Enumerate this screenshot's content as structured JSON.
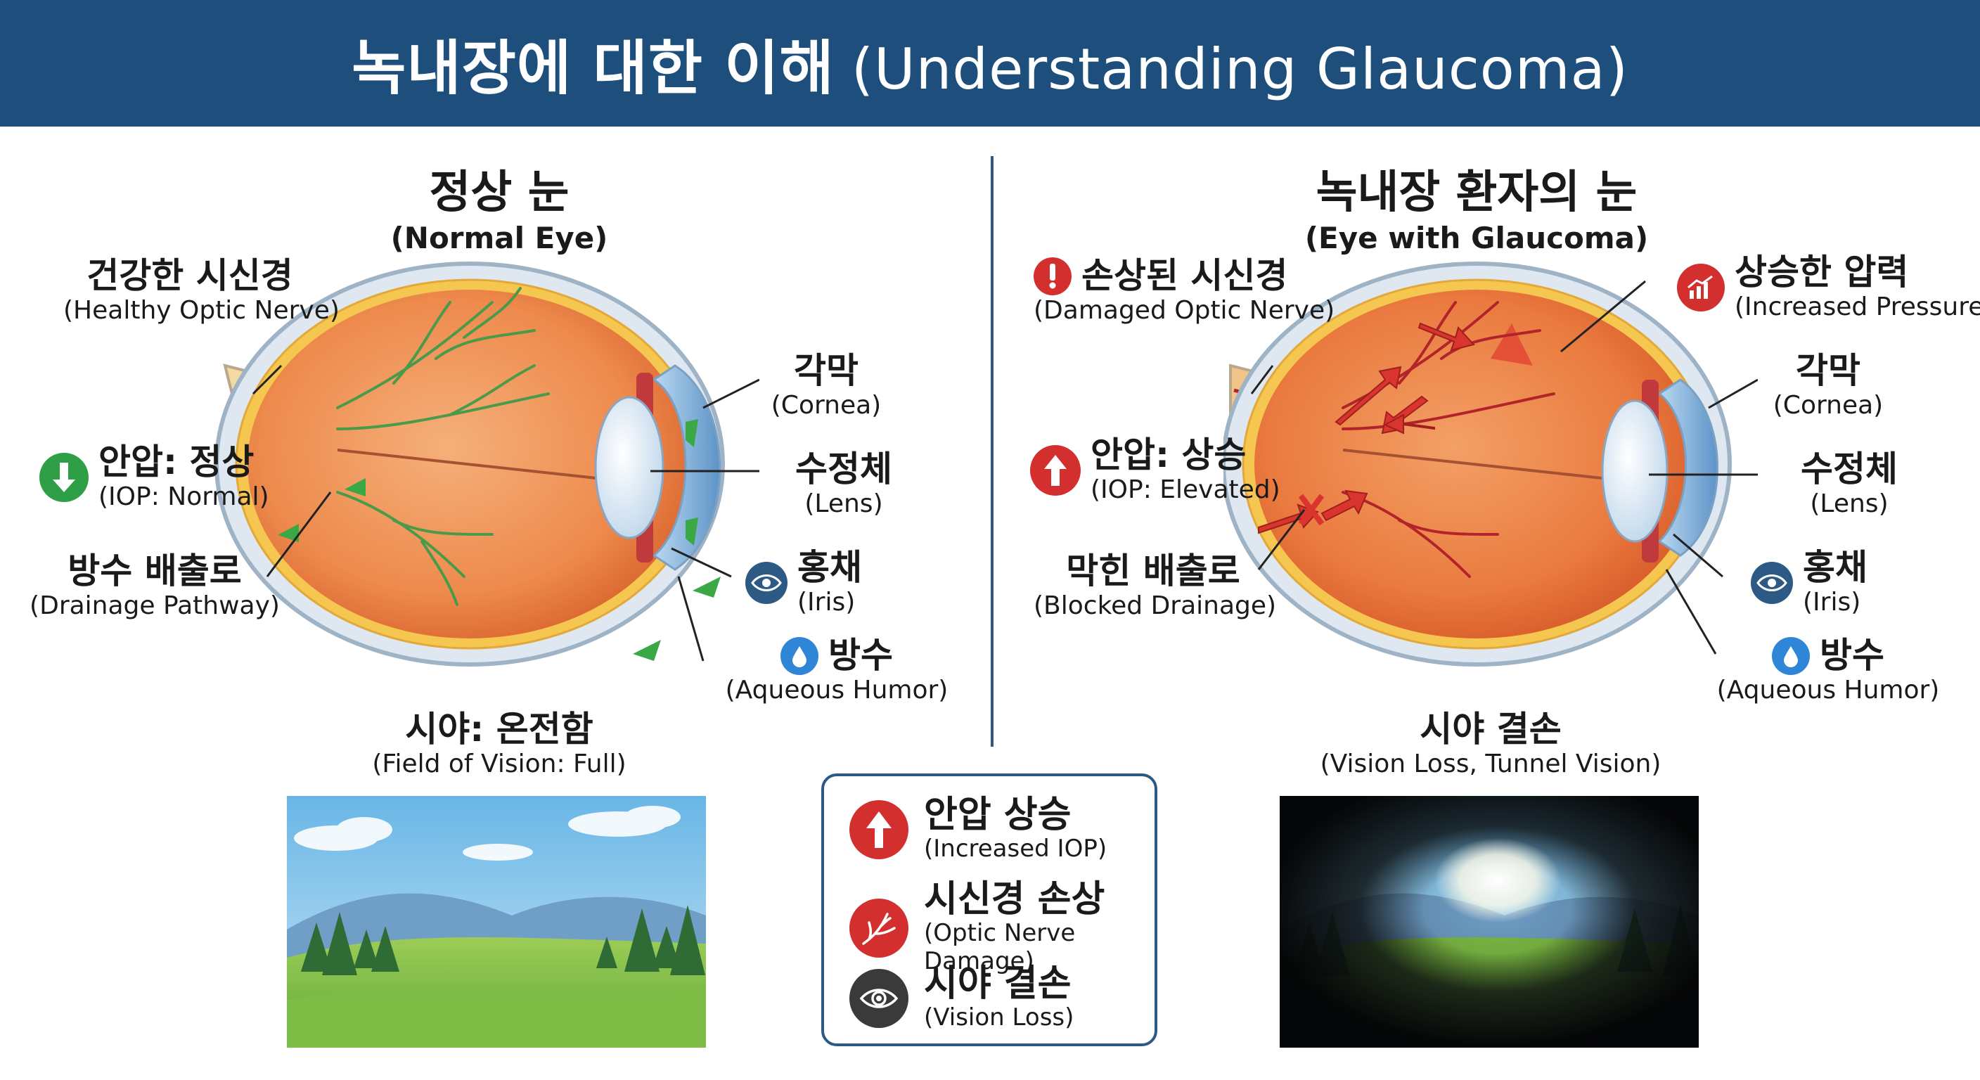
{
  "header": {
    "title_ko": "녹내장에 대한 이해",
    "title_en": "(Understanding Glaucoma)"
  },
  "colors": {
    "banner": "#1e4f7c",
    "alert_red": "#d32f2f",
    "normal_green": "#2e9e47",
    "info_blue": "#2f86d6",
    "iris_blue": "#2c5a85"
  },
  "normal": {
    "title_ko": "정상 눈",
    "title_en": "(Normal Eye)",
    "labels": {
      "optic_nerve": {
        "ko": "건강한 시신경",
        "en": "(Healthy Optic Nerve)"
      },
      "iop": {
        "ko": "안압: 정상",
        "en": "(IOP: Normal)",
        "icon": "arrow-down-icon"
      },
      "drainage": {
        "ko": "방수 배출로",
        "en": "(Drainage Pathway)"
      },
      "cornea": {
        "ko": "각막",
        "en": "(Cornea)"
      },
      "lens": {
        "ko": "수정체",
        "en": "(Lens)"
      },
      "iris": {
        "ko": "홍채",
        "en": "(Iris)",
        "icon": "eye-icon"
      },
      "aqueous": {
        "ko": "방수",
        "en": "(Aqueous Humor)",
        "icon": "water-drop-icon"
      }
    },
    "vision": {
      "ko": "시야: 온전함",
      "en": "(Field of Vision: Full)"
    }
  },
  "glaucoma": {
    "title_ko": "녹내장 환자의 눈",
    "title_en": "(Eye with Glaucoma)",
    "labels": {
      "optic_nerve": {
        "ko": "손상된 시신경",
        "en": "(Damaged Optic Nerve)",
        "icon": "exclamation-icon"
      },
      "pressure": {
        "ko": "상승한 압력",
        "en": "(Increased Pressure)",
        "icon": "rising-chart-icon"
      },
      "iop": {
        "ko": "안압: 상승",
        "en": "(IOP: Elevated)",
        "icon": "arrow-up-icon"
      },
      "drainage": {
        "ko": "막힌 배출로",
        "en": "(Blocked Drainage)"
      },
      "cornea": {
        "ko": "각막",
        "en": "(Cornea)"
      },
      "lens": {
        "ko": "수정체",
        "en": "(Lens)"
      },
      "iris": {
        "ko": "홍채",
        "en": "(Iris)",
        "icon": "eye-icon"
      },
      "aqueous": {
        "ko": "방수",
        "en": "(Aqueous Humor)",
        "icon": "water-drop-icon"
      }
    },
    "vision": {
      "ko": "시야 결손",
      "en": "(Vision Loss, Tunnel Vision)"
    }
  },
  "legend": [
    {
      "ko": "안압 상승",
      "en": "(Increased IOP)",
      "icon": "arrow-up-icon"
    },
    {
      "ko": "시신경 손상",
      "en": "(Optic Nerve Damage)",
      "icon": "damaged-nerve-icon"
    },
    {
      "ko": "시야 결손",
      "en": "(Vision Loss)",
      "icon": "eye-icon"
    }
  ]
}
